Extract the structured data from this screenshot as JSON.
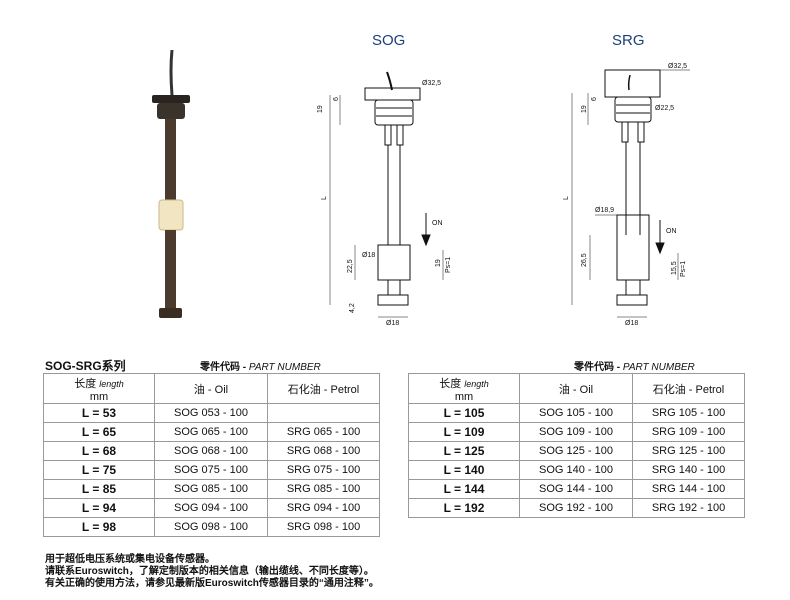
{
  "drawings": {
    "sog": {
      "title": "SOG",
      "d_top": "Ø32,5",
      "h19": "19",
      "h6": "6",
      "L": "L",
      "on": "ON",
      "d_float": "Ø18",
      "h_float": "22,5",
      "ps": "19",
      "ps_label": "Ps=1",
      "h_base": "4,2",
      "d_base": "Ø18"
    },
    "srg": {
      "title": "SRG",
      "d_top": "Ø32,5",
      "d_thread": "Ø22,5",
      "h19": "19",
      "h6": "6",
      "L": "L",
      "on": "ON",
      "d_float": "Ø18,9",
      "h_float": "26,5",
      "ps": "15,5",
      "ps_label": "Ps=1",
      "d_base": "Ø18"
    }
  },
  "series_label": "SOG-SRG系列",
  "part_number_label": {
    "cn": "零件代码 - ",
    "en": "PART NUMBER"
  },
  "headers": {
    "length_cn": "长度 ",
    "length_en": "length",
    "length_unit": "mm",
    "oil": "油 - Oil",
    "petrol": "石化油 - Petrol"
  },
  "table_left": [
    {
      "len": "L = 53",
      "oil": "SOG 053 - 100",
      "petrol": ""
    },
    {
      "len": "L = 65",
      "oil": "SOG 065 - 100",
      "petrol": "SRG 065 - 100"
    },
    {
      "len": "L = 68",
      "oil": "SOG 068 - 100",
      "petrol": "SRG 068 - 100"
    },
    {
      "len": "L = 75",
      "oil": "SOG 075 - 100",
      "petrol": "SRG 075 - 100"
    },
    {
      "len": "L = 85",
      "oil": "SOG 085 - 100",
      "petrol": "SRG 085 - 100"
    },
    {
      "len": "L = 94",
      "oil": "SOG 094  - 100",
      "petrol": "SRG 094 - 100"
    },
    {
      "len": "L = 98",
      "oil": "SOG 098  - 100",
      "petrol": "SRG 098 - 100"
    }
  ],
  "table_right": [
    {
      "len": "L = 105",
      "oil": "SOG 105 - 100",
      "petrol": "SRG 105 - 100"
    },
    {
      "len": "L = 109",
      "oil": "SOG 109 - 100",
      "petrol": "SRG 109 - 100"
    },
    {
      "len": "L = 125",
      "oil": "SOG 125 - 100",
      "petrol": "SRG 125 - 100"
    },
    {
      "len": "L = 140",
      "oil": "SOG 140 - 100",
      "petrol": "SRG 140 - 100"
    },
    {
      "len": "L = 144",
      "oil": "SOG 144 - 100",
      "petrol": "SRG 144 - 100"
    },
    {
      "len": "L = 192",
      "oil": "SOG 192  - 100",
      "petrol": "SRG 192 - 100"
    }
  ],
  "notes": [
    "用于超低电压系统或集电设备传感器。",
    "请联系Euroswitch，了解定制版本的相关信息（输出缆线、不同长度等）。",
    "有关正确的使用方法，请参见最新版Euroswitch传感器目录的“通用注释”。"
  ]
}
